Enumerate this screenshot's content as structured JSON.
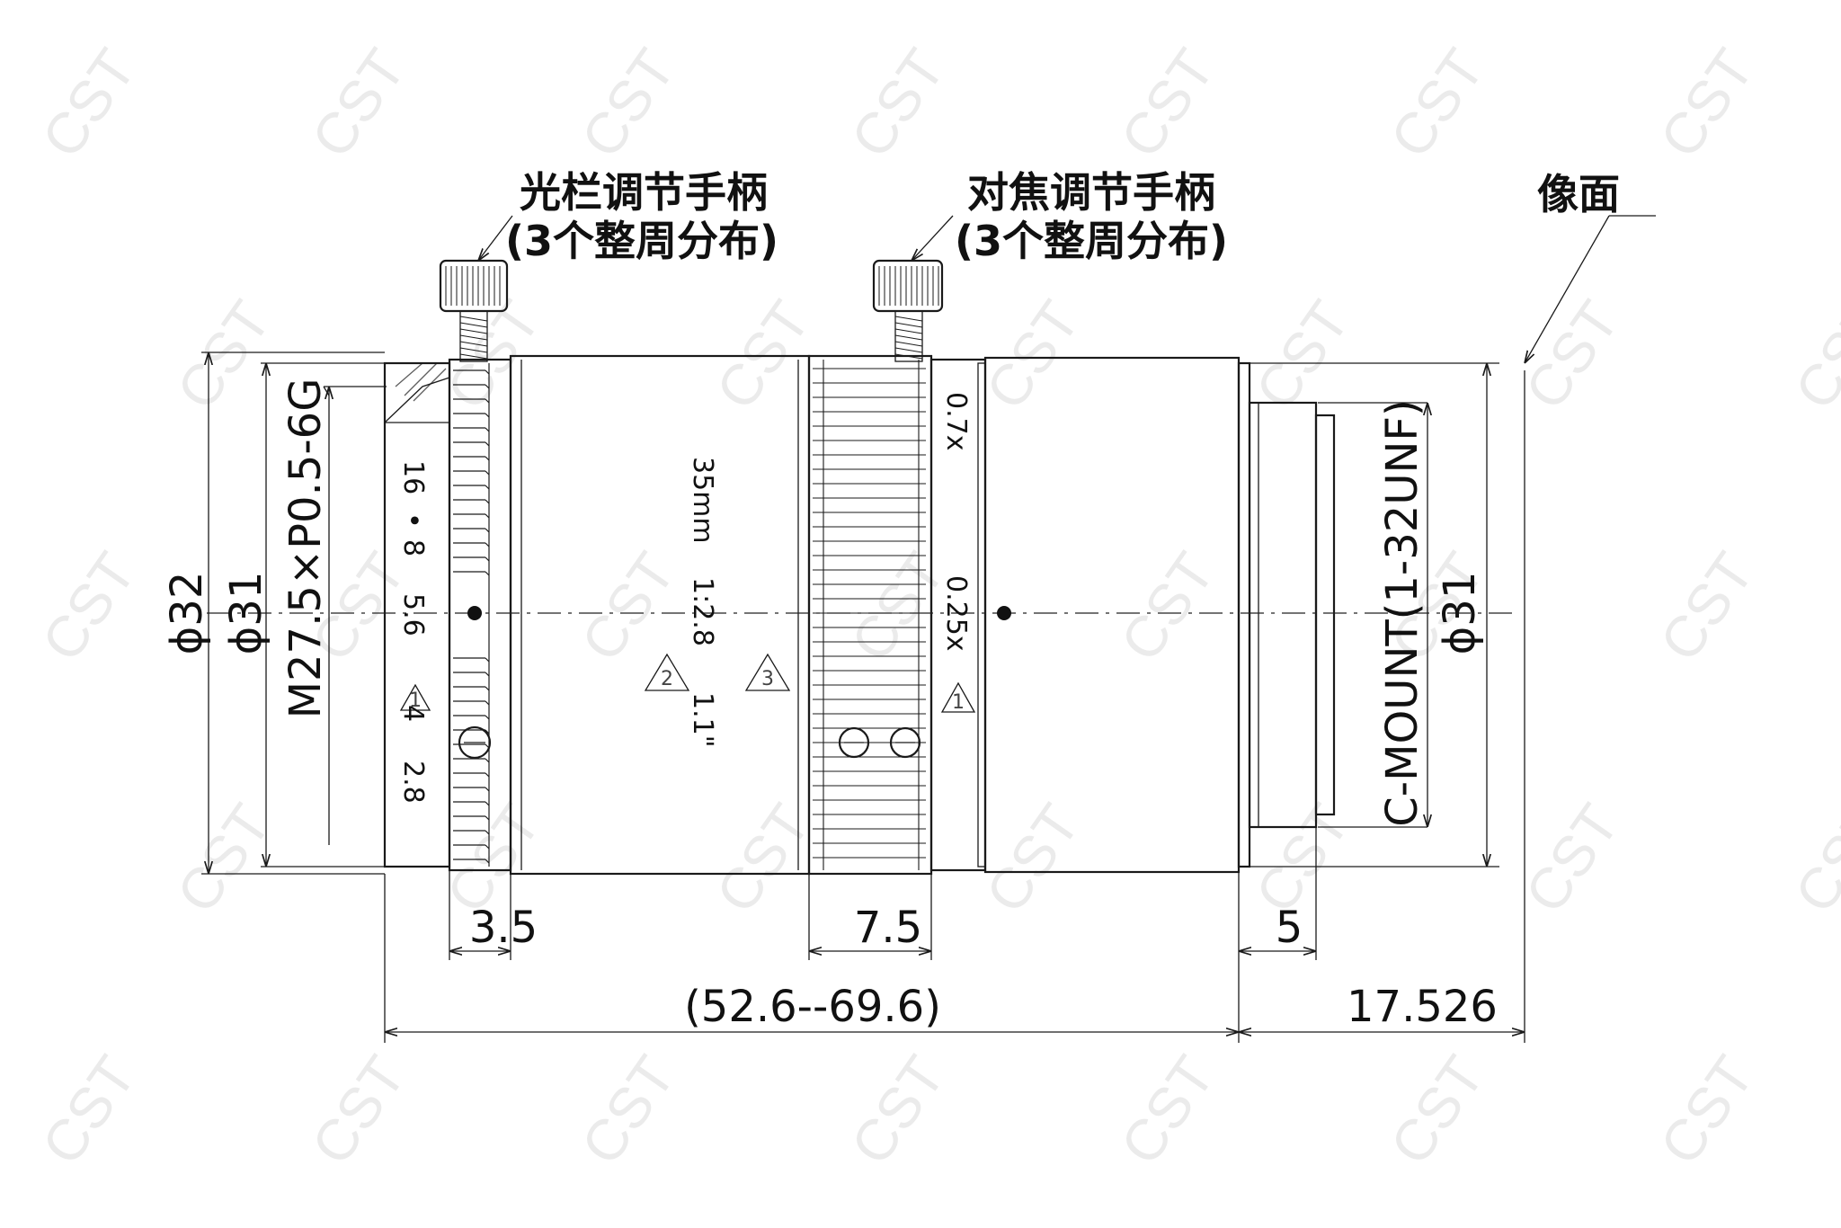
{
  "labels": {
    "iris_handle": [
      "光栏调节手柄",
      "(3个整周分布)"
    ],
    "focus_handle": [
      "对焦调节手柄",
      "(3个整周分布)"
    ],
    "image_plane": "像面"
  },
  "dimensions": {
    "outer_dia": "ϕ32",
    "body_dia": "ϕ31",
    "filter_thread": "M27.5×P0.5-6G",
    "mount_thread": "C-MOUNT(1-32UNF)",
    "rear_dia": "ϕ31",
    "iris_ring_width": "3.5",
    "focus_ring_width": "7.5",
    "mount_length": "5",
    "total_length": "(52.6--69.6)",
    "flange_distance": "17.526"
  },
  "aperture_scale": [
    "16",
    "•",
    "8",
    "5.6",
    "4",
    "2.8"
  ],
  "lens_markings": [
    "35mm",
    "1:2.8",
    "1.1\""
  ],
  "focus_scale": [
    "0.7x",
    "0.25x"
  ],
  "notes": [
    "1",
    "2",
    "3",
    "1"
  ],
  "watermark": "CST"
}
